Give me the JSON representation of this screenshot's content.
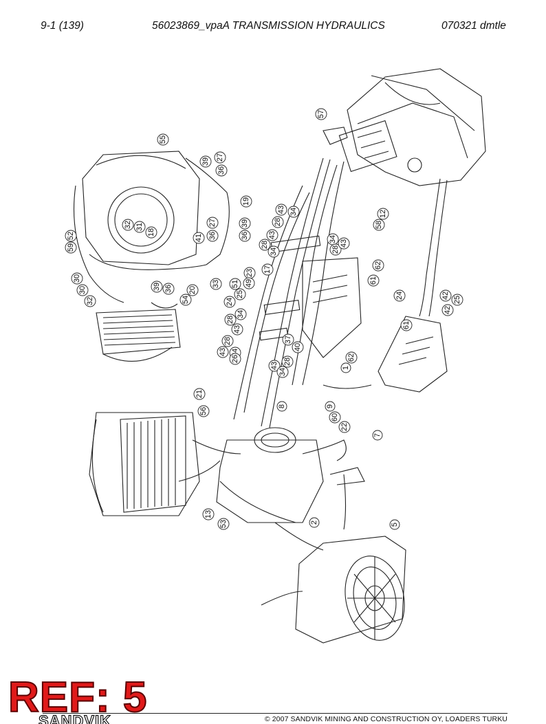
{
  "header": {
    "page": "9-1 (139)",
    "title": "56023869_vpaA TRANSMISSION HYDRAULICS",
    "code": "070321 dmtle"
  },
  "footer": {
    "copyright": "© 2007 SANDVIK MINING AND CONSTRUCTION OY, LOADERS TURKU",
    "logo": "SANDVIK"
  },
  "stamp": {
    "text": "REF: 5",
    "color": "#e01a1a"
  },
  "callouts": [
    "57",
    "55",
    "39",
    "27",
    "36",
    "19",
    "32",
    "31",
    "18",
    "41",
    "36",
    "27",
    "36",
    "39",
    "52",
    "59",
    "30",
    "30",
    "32",
    "39",
    "36",
    "20",
    "33",
    "54",
    "43",
    "34",
    "28",
    "43",
    "28",
    "34",
    "34",
    "28",
    "43",
    "12",
    "58",
    "62",
    "61",
    "17",
    "23",
    "49",
    "51",
    "25",
    "24",
    "34",
    "28",
    "43",
    "37",
    "43",
    "40",
    "28",
    "34",
    "34",
    "43",
    "28",
    "26",
    "24",
    "42",
    "25",
    "42",
    "61",
    "62",
    "1",
    "21",
    "56",
    "8",
    "9",
    "60",
    "22",
    "7",
    "13",
    "53",
    "2",
    "5"
  ]
}
